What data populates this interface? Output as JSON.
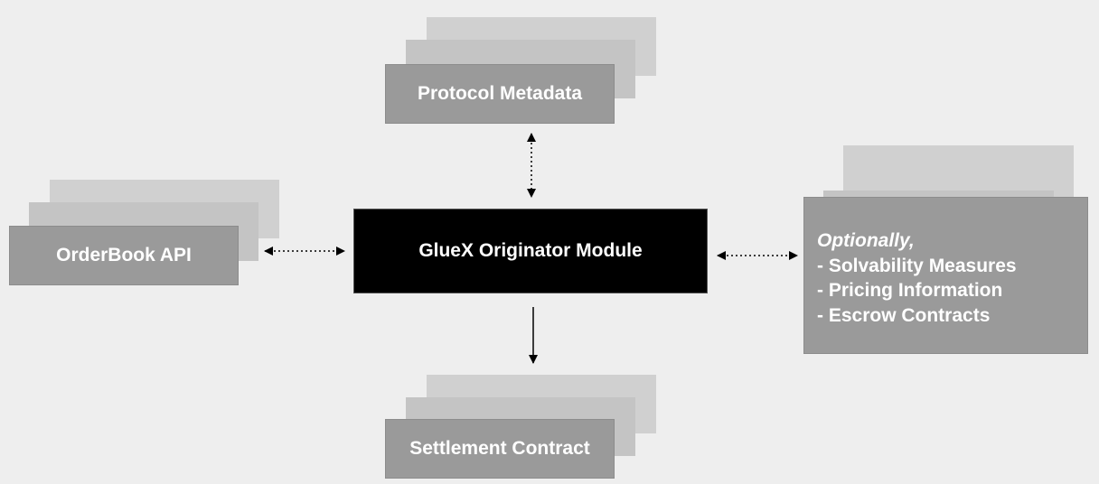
{
  "diagram": {
    "center": {
      "label": "GlueX Originator Module"
    },
    "protocol_metadata": {
      "label": "Protocol Metadata"
    },
    "orderbook_api": {
      "label": "OrderBook API"
    },
    "settlement_contract": {
      "label": "Settlement Contract"
    },
    "options": {
      "intro": "Optionally,",
      "items": [
        "- Solvability Measures",
        "- Pricing Information",
        "- Escrow Contracts"
      ]
    },
    "colors": {
      "background": "#eeeeee",
      "box_front": "#9a9a9a",
      "box_shadow_light": "#d0d0d0",
      "box_shadow_mid": "#c4c4c4",
      "center_box": "#000000",
      "text": "#ffffff"
    }
  }
}
